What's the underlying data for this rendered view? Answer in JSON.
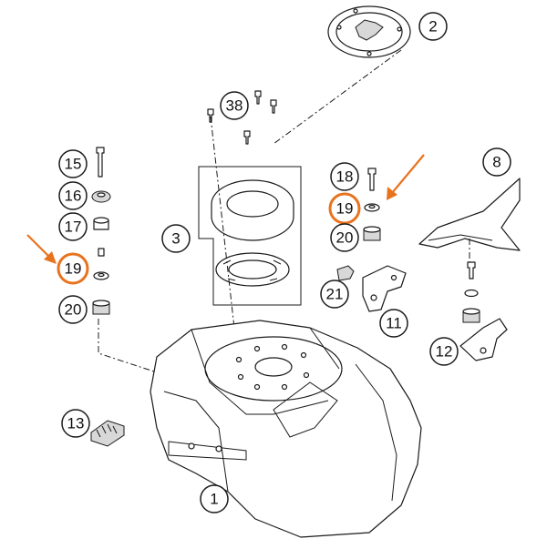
{
  "callouts": {
    "c1": "1",
    "c2": "2",
    "c3": "3",
    "c8": "8",
    "c11": "11",
    "c12": "12",
    "c13": "13",
    "c15": "15",
    "c16": "16",
    "c17": "17",
    "c18": "18",
    "c19_left": "19",
    "c19_right": "19",
    "c20_left": "20",
    "c20_right": "20",
    "c21": "21",
    "c38": "38"
  },
  "colors": {
    "highlight": "#e8731e",
    "line": "#1a1a1a",
    "background": "#ffffff"
  }
}
